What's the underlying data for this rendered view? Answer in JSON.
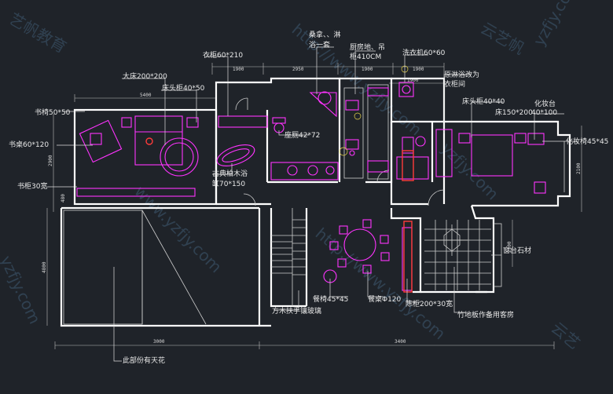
{
  "watermarks": {
    "w1": "艺帆教育",
    "w2": "yzfjy.com",
    "w3": "http://www.yzfjy.com",
    "w4": "www.yzfjy.com",
    "w5": "云艺帆",
    "w6": "http://www.yzfjy.com",
    "w7": "yzfjy.com",
    "w8": "云艺",
    "w9": "yzfjy.com"
  },
  "labels": {
    "bookchair": "书椅50*50",
    "desk": "书桌60*120",
    "bookcase": "书柜30宽",
    "bigbed": "大床200*200",
    "nightstand_left": "床头柜40*50",
    "wardrobe": "衣柜60*210",
    "sauna_line1": "桑拿、、淋",
    "sauna_line2": "浴一套",
    "kitchen_line1": "厨房地、吊",
    "kitchen_line2": "柜410CM",
    "washer": "洗衣机60*60",
    "shower_line1": "原淋浴改为",
    "shower_line2": "衣柜间",
    "nightstand_right": "床头柜40*40",
    "vanity": "化妆台",
    "vanity_size": "40*100",
    "bed_right": "床150*200",
    "vanity_chair": "化妆椅45*45",
    "toilet": "座厕42*72",
    "bathtub_line1": "古典柏木浴",
    "bathtub_line2": "缸70*150",
    "balcony": "窗台石材",
    "dining_chair": "餐椅45*45",
    "dining_table": "餐桌Φ120",
    "stair": "方木扶手镶玻璃",
    "cabinet": "陈柜200*30宽",
    "bamboo_floor": "竹地板作备用客房",
    "skylight": "此部份有天花"
  },
  "dimensions": {
    "d1900a": "1900",
    "d2950": "2950",
    "d1900b": "1900",
    "d1900c": "1900",
    "d5400": "5400",
    "d1900d": "1900",
    "d3000": "3000",
    "d3400": "3400",
    "d2100": "2100",
    "d2100b": "2100",
    "d2900": "2900",
    "d4800": "4800",
    "d480": "480"
  }
}
